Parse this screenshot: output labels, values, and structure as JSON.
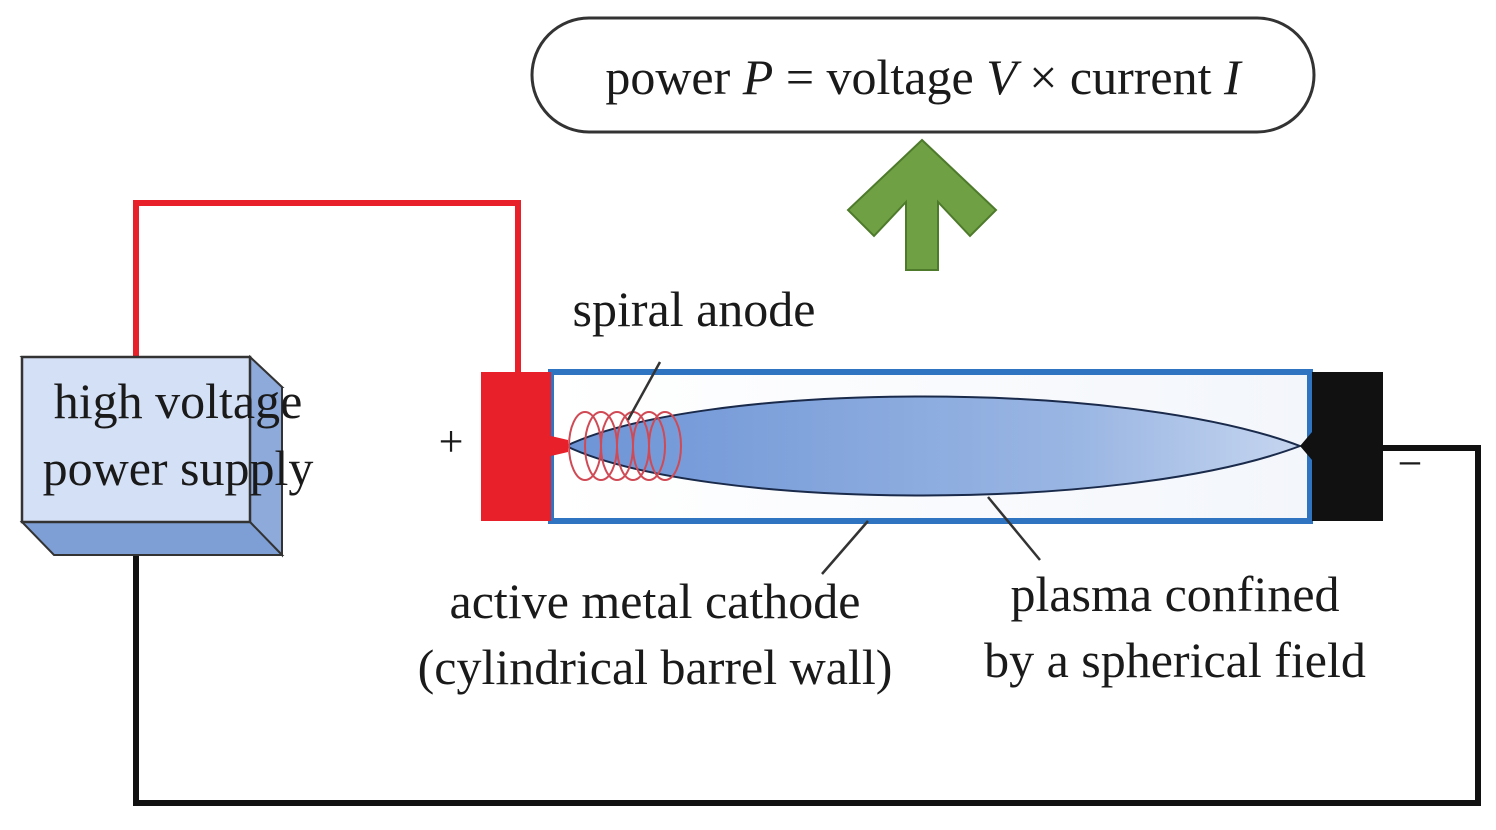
{
  "formula": {
    "w1": "power ",
    "p": "P",
    "w2": " = voltage ",
    "v": "V",
    "w3": " × current ",
    "i": "I"
  },
  "power_supply": {
    "line1": "high voltage",
    "line2": "power supply"
  },
  "labels": {
    "spiral_anode": "spiral anode",
    "cathode_line1": "active metal cathode",
    "cathode_line2": "(cylindrical barrel wall)",
    "plasma_line1": "plasma confined",
    "plasma_line2": "by a spherical field",
    "plus": "+",
    "minus": "−"
  },
  "colors": {
    "positive_wire": "#e8202a",
    "negative_wire": "#111111",
    "arrow": "#6fa043",
    "tube_border": "#2f74c0",
    "plasma": "#8aaee0",
    "supply_box": "#d4e0f5"
  }
}
